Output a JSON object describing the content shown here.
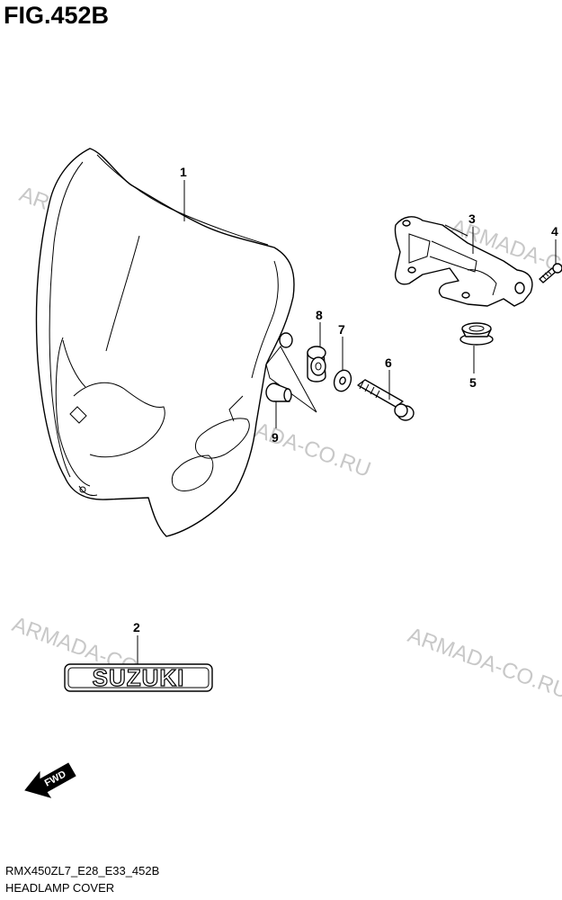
{
  "figure": {
    "title": "FIG.452B",
    "code": "RMX450ZL7_E28_E33_452B",
    "name": "HEADLAMP COVER"
  },
  "watermark": "ARMADA-CO.RU",
  "emblem_text": "SUZUKI",
  "direction_label": "FWD",
  "callouts": [
    {
      "id": "1",
      "part": "headlamp-cover"
    },
    {
      "id": "2",
      "part": "emblem"
    },
    {
      "id": "3",
      "part": "bracket"
    },
    {
      "id": "4",
      "part": "screw"
    },
    {
      "id": "5",
      "part": "grommet"
    },
    {
      "id": "6",
      "part": "bolt"
    },
    {
      "id": "7",
      "part": "washer"
    },
    {
      "id": "8",
      "part": "cushion"
    },
    {
      "id": "9",
      "part": "collar"
    }
  ]
}
